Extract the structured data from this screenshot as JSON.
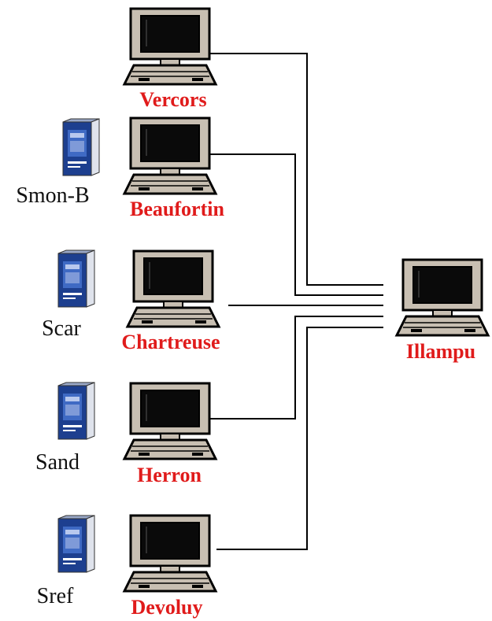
{
  "computers": [
    {
      "name": "Vercors",
      "type": "workstation"
    },
    {
      "name": "Beaufortin",
      "type": "workstation"
    },
    {
      "name": "Chartreuse",
      "type": "workstation"
    },
    {
      "name": "Herron",
      "type": "workstation"
    },
    {
      "name": "Devoluy",
      "type": "workstation"
    }
  ],
  "hub": {
    "name": "Illampu",
    "type": "server"
  },
  "software_boxes": [
    {
      "label": "Smon-B",
      "attached_to": "Beaufortin"
    },
    {
      "label": "Scar",
      "attached_to": "Chartreuse"
    },
    {
      "label": "Sand",
      "attached_to": "Herron"
    },
    {
      "label": "Sref",
      "attached_to": "Devoluy"
    }
  ],
  "colors": {
    "host_label": "#e01b1b",
    "software_label": "#111111",
    "monitor_body": "#c8bfb2",
    "screen": "#0a0a0a",
    "line": "#000000",
    "box_blue": "#1d3f8f"
  },
  "icons": {
    "computer": "desktop-computer-icon",
    "software": "software-box-icon"
  }
}
